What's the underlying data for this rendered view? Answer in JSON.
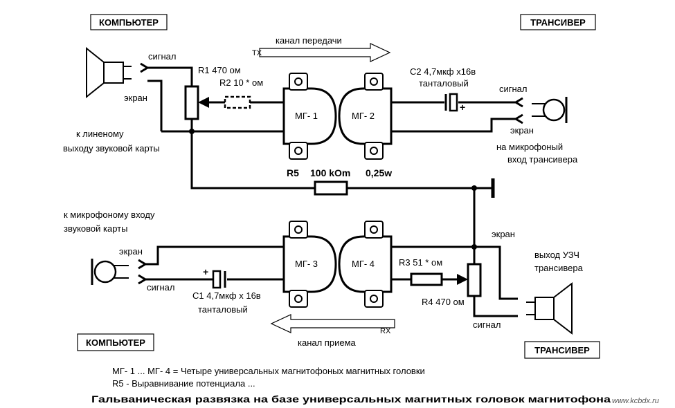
{
  "boxes": {
    "computer_top": "КОМПЬЮТЕР",
    "transceiver_top": "ТРАНСИВЕР",
    "computer_bottom": "КОМПЬЮТЕР",
    "transceiver_bottom": "ТРАНСИВЕР"
  },
  "tx": {
    "channel": "канал передачи",
    "code": "TX"
  },
  "rx": {
    "channel": "канал приема",
    "code": "RX"
  },
  "top_left": {
    "signal": "сигнал",
    "screen": "экран",
    "r1": "R1 470 ом",
    "r2": "R2 10 * ом",
    "line_out_1": "к линеному",
    "line_out_2": "выходу звуковой карты"
  },
  "heads": {
    "mg1": "МГ- 1",
    "mg2": "МГ- 2",
    "mg3": "МГ- 3",
    "mg4": "МГ- 4"
  },
  "top_right": {
    "c2_1": "С2 4,7мкф х16в",
    "c2_2": "танталовый",
    "signal": "сигнал",
    "screen": "экран",
    "mic_in_1": "на микрофоный",
    "mic_in_2": "вход трансивера"
  },
  "r5": {
    "name": "R5",
    "value": "100 kOm",
    "power": "0,25w"
  },
  "bottom_left": {
    "mic_in_1": "к микрофоному входу",
    "mic_in_2": "звуковой карты",
    "screen": "экран",
    "signal": "сигнал",
    "c1_1": "С1 4,7мкф х 16в",
    "c1_2": "танталовый"
  },
  "bottom_right": {
    "screen": "экран",
    "r3": "R3 51 * ом",
    "r4": "R4 470 ом",
    "umz_1": "выход УЗЧ",
    "umz_2": "трансивера",
    "signal": "сигнал"
  },
  "notes": {
    "heads": "МГ- 1 ... МГ- 4  = Четыре универсальных магнитофоных магнитных головки",
    "r5": "R5 - Выравнивание потенциала ...",
    "title": "Гальваническая развязка на базе универсальных магнитных головок магнитофона",
    "watermark": "www.kcbdx.ru"
  }
}
